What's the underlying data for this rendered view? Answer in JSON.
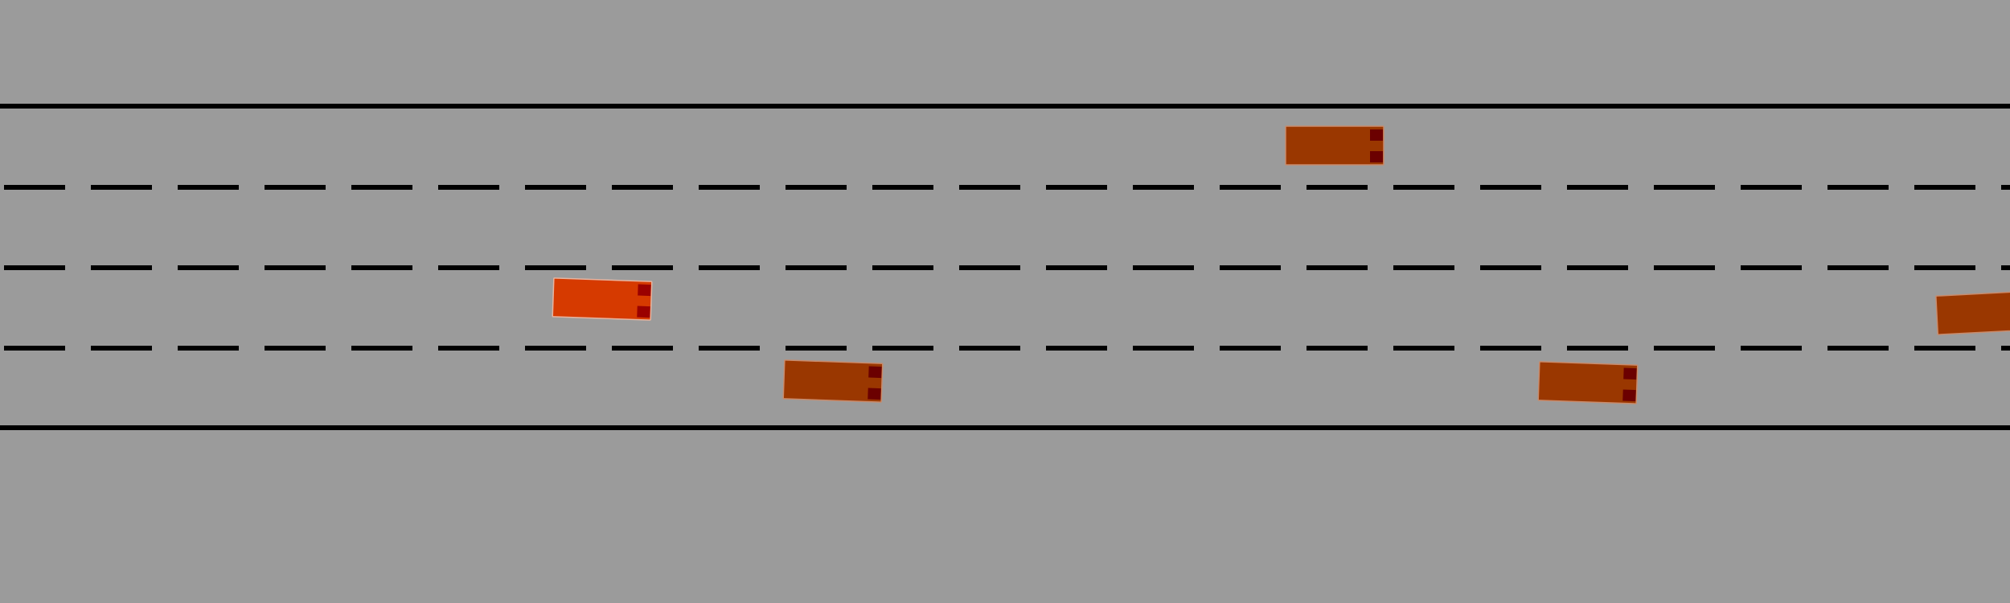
{
  "environment": {
    "name": "highway",
    "background_color": "#9b9b9b",
    "line_color": "#000000",
    "lane_count": 4
  },
  "lane_markings": {
    "top_edge": "solid",
    "bottom_edge": "solid",
    "dividers": [
      "dashed",
      "dashed",
      "dashed"
    ]
  },
  "vehicles": [
    {
      "id": "ego",
      "role": "controlled",
      "lane": 2,
      "heading_deg": 2,
      "body_color": "#d63a00",
      "light_color": "#9a0000"
    },
    {
      "id": "car-1",
      "role": "other",
      "lane": 0,
      "heading_deg": 0,
      "body_color": "#9a3700",
      "light_color": "#6b0000"
    },
    {
      "id": "car-2",
      "role": "other",
      "lane": 3,
      "heading_deg": 2,
      "body_color": "#9a3700",
      "light_color": "#6b0000"
    },
    {
      "id": "car-3",
      "role": "other",
      "lane": 3,
      "heading_deg": 2,
      "body_color": "#9a3700",
      "light_color": "#6b0000"
    },
    {
      "id": "car-4",
      "role": "other",
      "lane": 2,
      "heading_deg": -3,
      "body_color": "#9a3700",
      "light_color": "#6b0000"
    }
  ]
}
